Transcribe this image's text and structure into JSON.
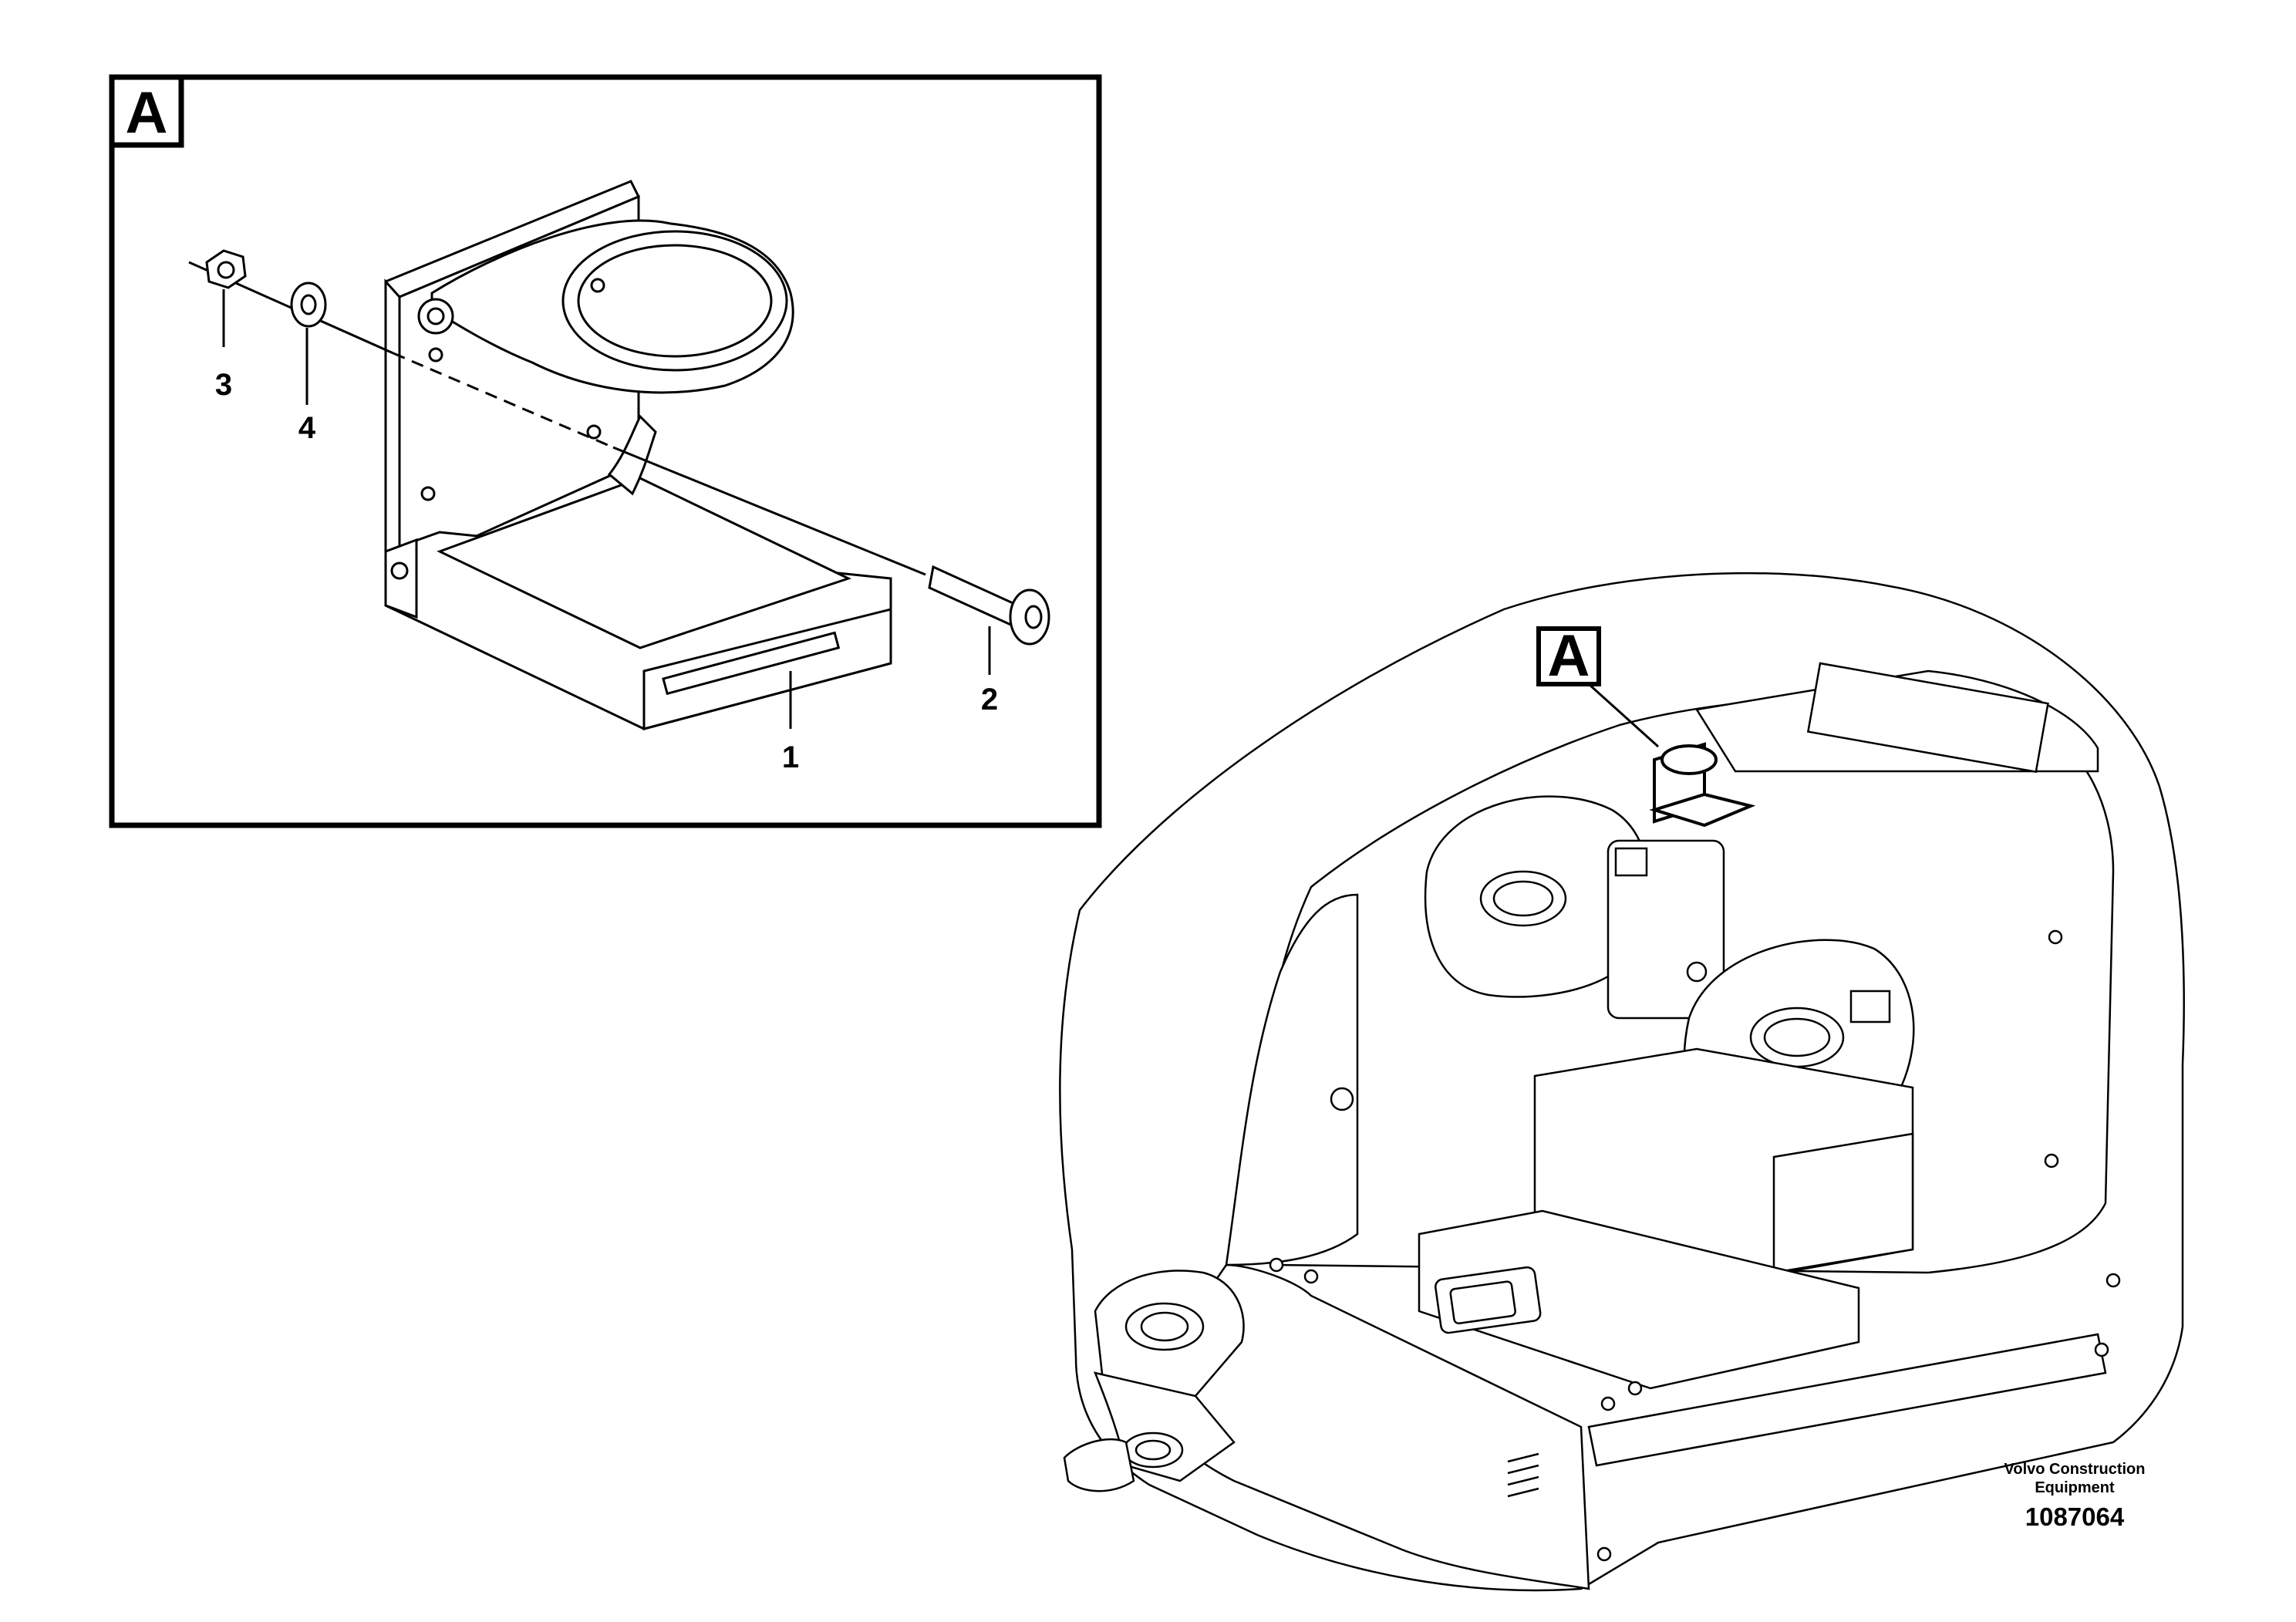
{
  "detail": {
    "view_letter": "A",
    "callouts": [
      "1",
      "2",
      "3",
      "4"
    ]
  },
  "overview": {
    "view_letter": "A"
  },
  "footer": {
    "brand_line1": "Volvo Construction",
    "brand_line2": "Equipment",
    "figure_number": "1087064"
  }
}
